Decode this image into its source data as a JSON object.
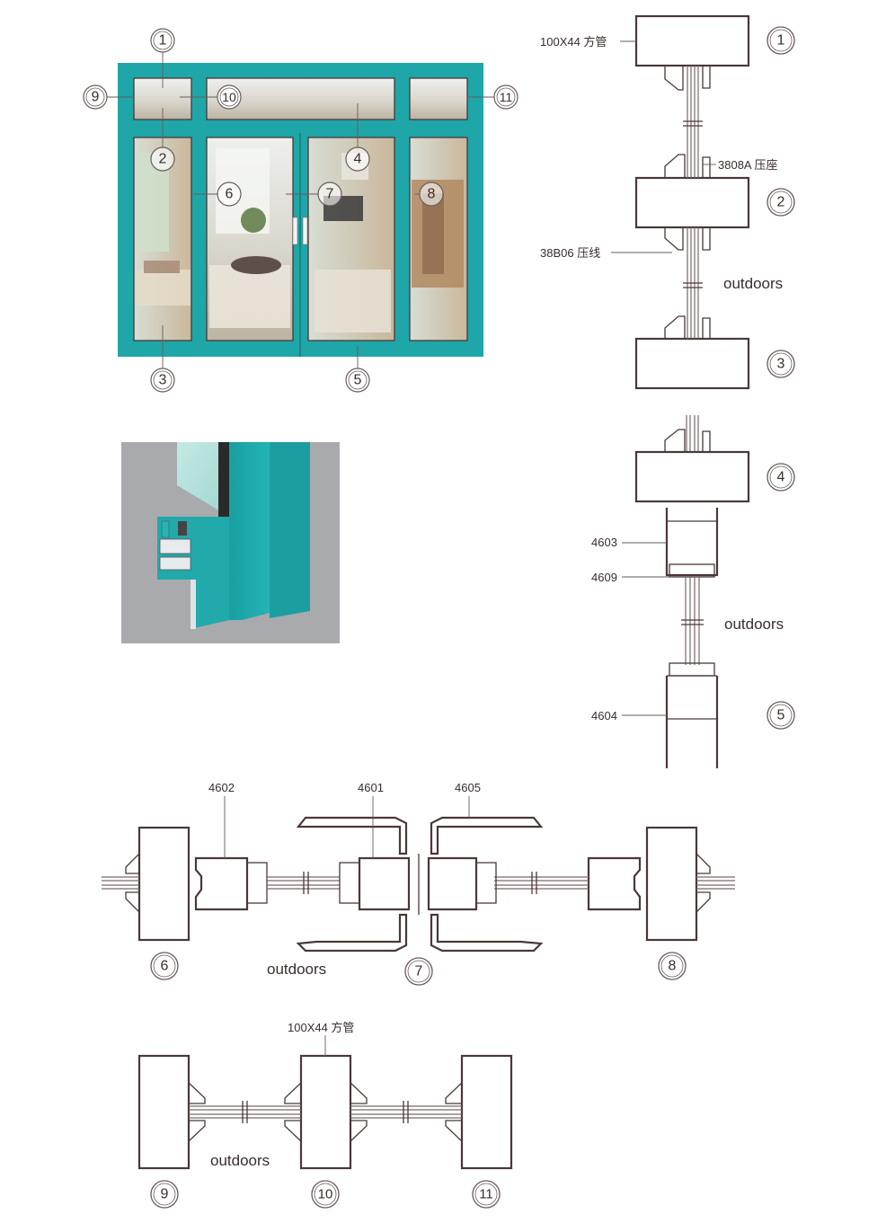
{
  "callouts": [
    "1",
    "2",
    "3",
    "4",
    "5",
    "6",
    "7",
    "8",
    "9",
    "10",
    "11"
  ],
  "labels": {
    "tube_top": "100X44 方管",
    "press_seat": "3808A 压座",
    "press_line": "38B06 压线",
    "p4603": "4603",
    "p4609": "4609",
    "p4604": "4604",
    "p4602": "4602",
    "p4601": "4601",
    "p4605": "4605",
    "tube_bottom": "100X44 方管"
  },
  "outdoors": "outdoors",
  "colors": {
    "frame": "#1fa6a8",
    "frame_dark": "#148a8c",
    "line": "#4a3838",
    "render_bg": "#a9aaad"
  }
}
